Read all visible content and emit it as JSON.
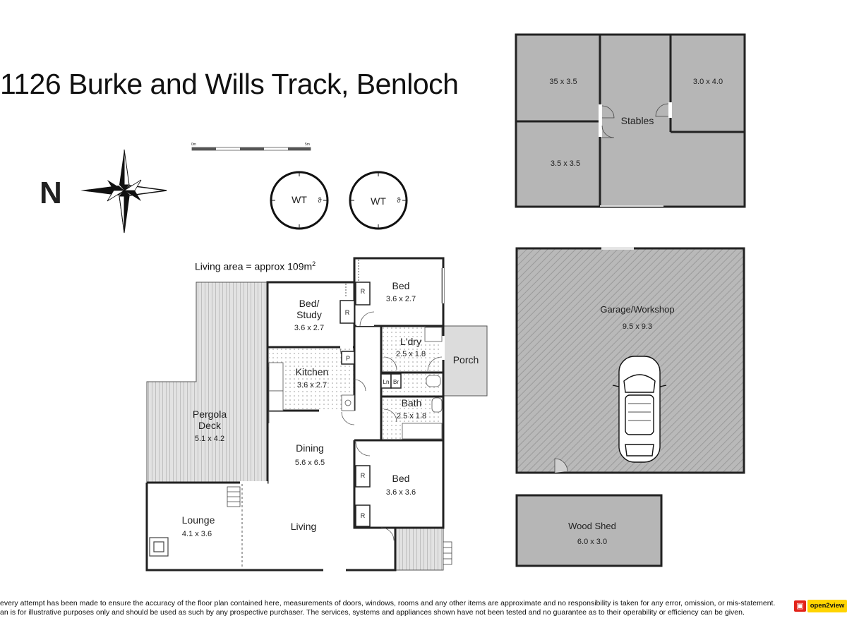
{
  "title": "1126 Burke and Wills Track, Benloch",
  "north_label": "N",
  "scale_bar": {
    "start": "0m",
    "end": "5m"
  },
  "living_area": {
    "text": "Living area = approx 109m",
    "sup": "2"
  },
  "water_tanks": [
    "WT",
    "WT"
  ],
  "house_rooms": [
    {
      "name": "Bed",
      "dims": "3.6 x 2.7"
    },
    {
      "name": "Bed/",
      "name2": "Study",
      "dims": "3.6 x 2.7"
    },
    {
      "name": "L'dry",
      "dims": "2.5 x 1.8"
    },
    {
      "name": "Porch",
      "dims": ""
    },
    {
      "name": "Kitchen",
      "dims": "3.6 x 2.7"
    },
    {
      "name": "Bath",
      "dims": "2.5 x 1.8"
    },
    {
      "name": "Pergola",
      "name2": "Deck",
      "dims": "5.1 x 4.2"
    },
    {
      "name": "Dining",
      "dims": "5.6 x 6.5"
    },
    {
      "name": "Bed",
      "dims": "3.6 x 3.6"
    },
    {
      "name": "Lounge",
      "dims": "4.1 x 3.6"
    },
    {
      "name": "Living",
      "dims": ""
    }
  ],
  "fixtures": {
    "robe": "R",
    "pantry": "P",
    "linen": "Ln",
    "broom": "Br"
  },
  "stables": {
    "name": "Stables",
    "boxes": [
      "35 x 3.5",
      "3.0 x 4.0",
      "3.5 x 3.5"
    ]
  },
  "garage": {
    "name": "Garage/Workshop",
    "dims": "9.5 x 9.3"
  },
  "wood_shed": {
    "name": "Wood Shed",
    "dims": "6.0 x 3.0"
  },
  "disclaimer": [
    "every attempt has been made to ensure the accuracy of the floor plan contained here, measurements of doors, windows, rooms and any other items are approximate and no responsibility is taken for any error, omission, or mis-statement.",
    "an is for illustrative purposes only and should be used as such by any prospective purchaser. The services, systems and appliances shown have not been tested and no guarantee as to their operability or efficiency can be given."
  ],
  "brand": "open2view"
}
